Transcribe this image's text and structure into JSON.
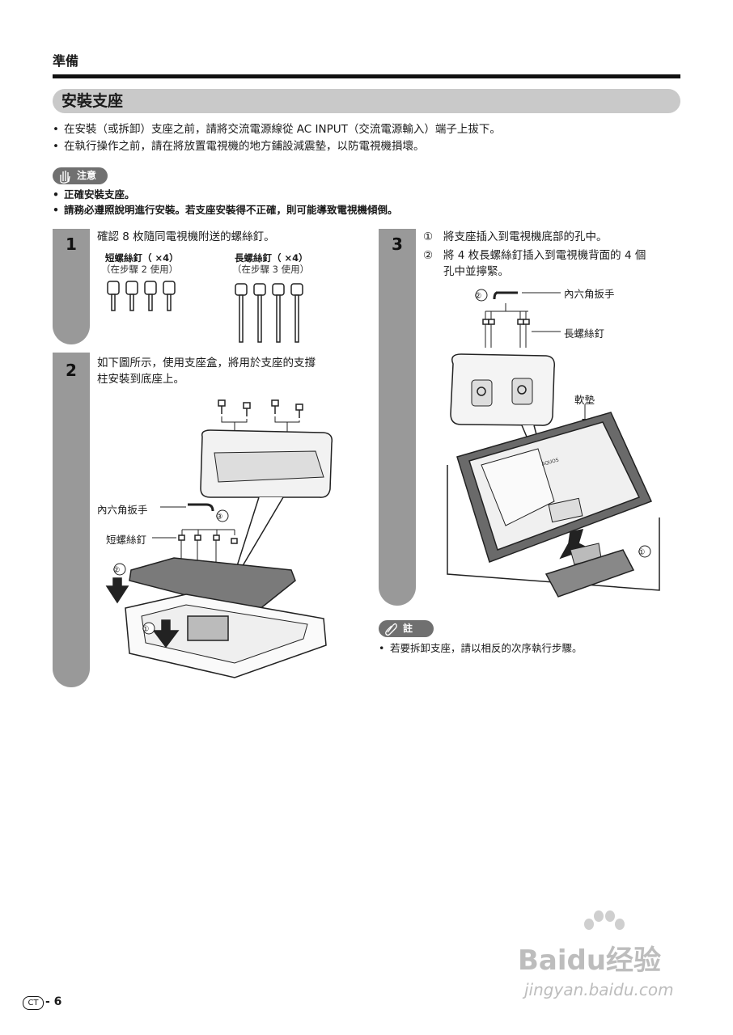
{
  "header": {
    "section": "準備",
    "title": "安裝支座"
  },
  "bullets": [
    "在安裝（或拆卸）支座之前，請將交流電源線從 AC INPUT（交流電源輸入）端子上拔下。",
    "在執行操作之前，請在將放置電視機的地方鋪設減震墊，以防電視機損壞。"
  ],
  "caution": {
    "label": "注意",
    "items": [
      "正確安裝支座。",
      "請務必遵照說明進行安裝。若支座安裝得不正確，則可能導致電視機傾倒。"
    ]
  },
  "step1": {
    "number": "1",
    "text": "確認 8 枚隨同電視機附送的螺絲釘。",
    "short_screw": "短螺絲釘（ ×4）",
    "short_use": "（在步驟 2 使用）",
    "long_screw": "長螺絲釘（ ×4）",
    "long_use": "（在步驟 3 使用）"
  },
  "step2": {
    "number": "2",
    "text_line1": "如下圖所示，使用支座盒，將用於支座的支撐",
    "text_line2": "柱安裝到底座上。",
    "label_hex": "內六角扳手",
    "label_short": "短螺絲釘",
    "mark1": "①",
    "mark2": "②",
    "mark3": "③"
  },
  "step3": {
    "number": "3",
    "item1_mark": "①",
    "item1": "將支座插入到電視機底部的孔中。",
    "item2_mark": "②",
    "item2_line1": "將 4 枚長螺絲釘插入到電視機背面的 4 個",
    "item2_line2": "孔中並擰緊。",
    "label_hex": "內六角扳手",
    "label_long": "長螺絲釘",
    "label_pad": "軟墊",
    "mark1": "①",
    "mark2": "②",
    "brand": "AQUOS"
  },
  "note": {
    "label": "註",
    "text": "若要拆卸支座，請以相反的次序執行步驟。"
  },
  "watermark": {
    "brand": "Baidu经验",
    "url": "jingyan.baidu.com"
  },
  "footer": {
    "badge": "CT",
    "page": "- 6"
  },
  "colors": {
    "tab_gray": "#999999",
    "title_bar": "#c9c9c9",
    "pill": "#707070"
  }
}
